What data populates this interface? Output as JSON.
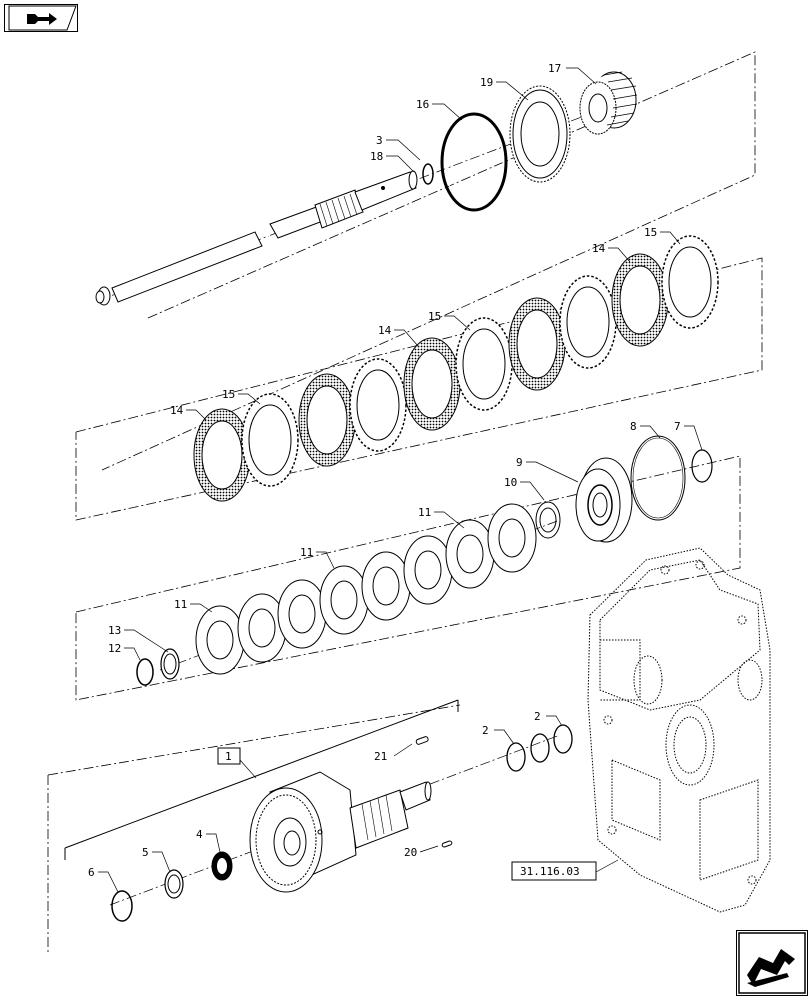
{
  "navigation": {
    "back_icon": "back-page-icon",
    "next_icon": "next-page-icon"
  },
  "callouts": {
    "c17": "17",
    "c19": "19",
    "c16": "16",
    "c3": "3",
    "c18": "18",
    "c15a": "15",
    "c14a": "14",
    "c15b": "15",
    "c14b": "14",
    "c15c": "15",
    "c14c": "14",
    "c8": "8",
    "c7": "7",
    "c9": "9",
    "c10": "10",
    "c11a": "11",
    "c11b": "11",
    "c11c": "11",
    "c13": "13",
    "c12": "12",
    "c2a": "2",
    "c2b": "2",
    "c21": "21",
    "c1": "1",
    "c4": "4",
    "c5": "5",
    "c6": "6",
    "c20": "20"
  },
  "reference": {
    "label": "31.116.03"
  }
}
